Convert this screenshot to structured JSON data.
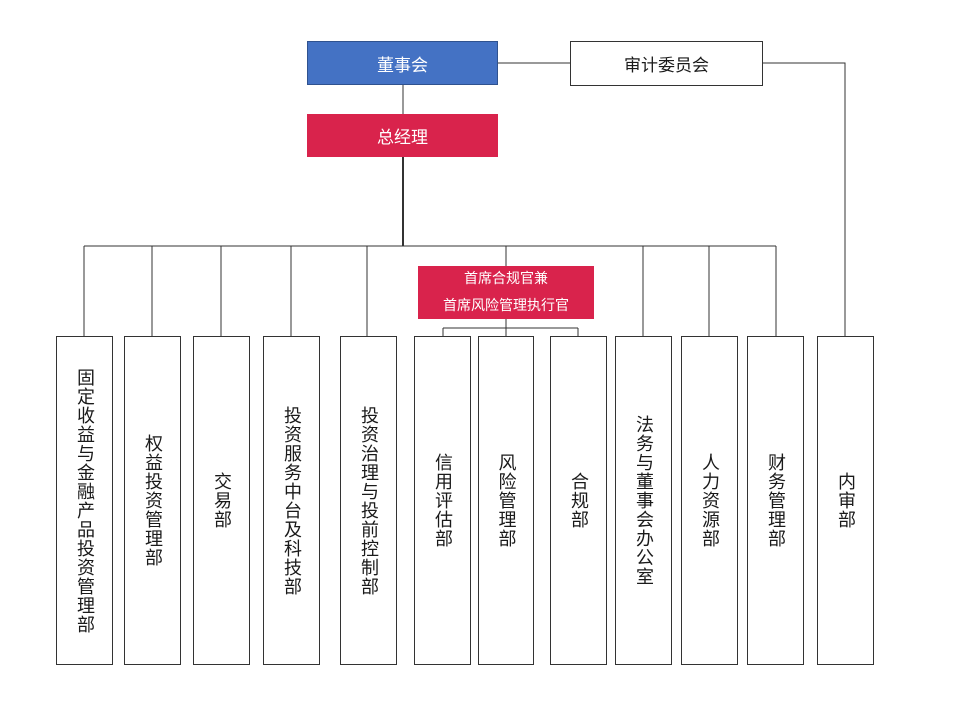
{
  "board": {
    "label": "董事会"
  },
  "audit_committee": {
    "label": "审计委员会"
  },
  "general_manager": {
    "label": "总经理"
  },
  "chief_compliance": {
    "line1": "首席合规官兼",
    "line2": "首席风险管理执行官"
  },
  "departments": [
    "固定收益与金融产品投资管理部",
    "权益投资管理部",
    "交易部",
    "投资服务中台及科技部",
    "投资治理与投前控制部",
    "信用评估部",
    "风险管理部",
    "合规部",
    "法务与董事会办公室",
    "人力资源部",
    "财务管理部",
    "内审部"
  ],
  "colors": {
    "board": "#4472c4",
    "executive": "#d9234c",
    "line": "#333333"
  }
}
